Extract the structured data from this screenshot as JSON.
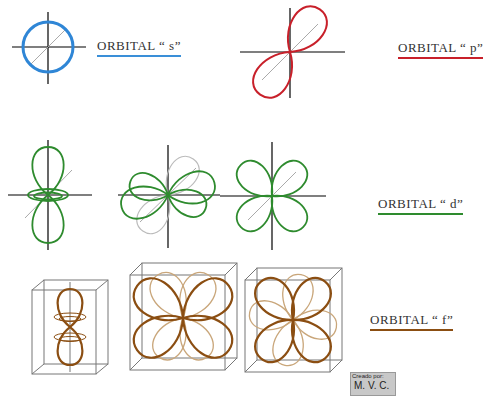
{
  "diagram": {
    "labels": [
      "ORBITAL “ s”",
      "ORBITAL “ p”",
      "ORBITAL “ d”",
      "ORBITAL “ f”",
      "Creado por:",
      "M. V. C."
    ]
  }
}
